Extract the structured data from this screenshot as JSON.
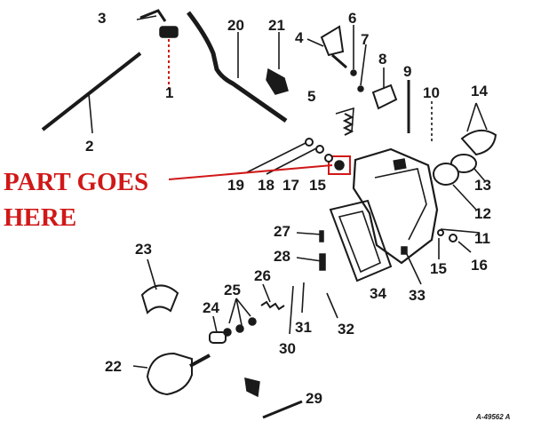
{
  "callout": {
    "line1": "PART GOES",
    "line2": "HERE",
    "color": "#d01818"
  },
  "drawing_code": "A-49562 A",
  "part_numbers": [
    "1",
    "2",
    "3",
    "4",
    "5",
    "6",
    "7",
    "8",
    "9",
    "10",
    "11",
    "12",
    "13",
    "14",
    "15",
    "15",
    "16",
    "17",
    "18",
    "19",
    "20",
    "21",
    "22",
    "23",
    "24",
    "25",
    "26",
    "27",
    "28",
    "29",
    "30",
    "31",
    "32",
    "33",
    "34"
  ]
}
